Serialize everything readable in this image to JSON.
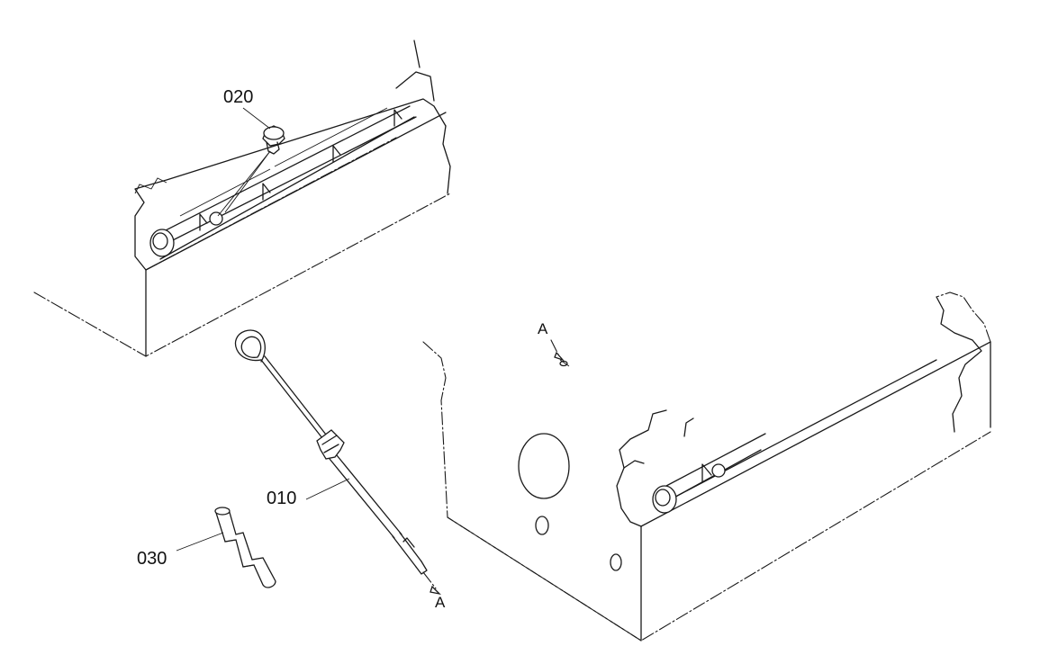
{
  "parts": [
    {
      "id": "p010",
      "label": "010"
    },
    {
      "id": "p020",
      "label": "020"
    },
    {
      "id": "p030",
      "label": "030"
    }
  ],
  "refs": {
    "view_top": "A",
    "view_bottom": "A"
  }
}
